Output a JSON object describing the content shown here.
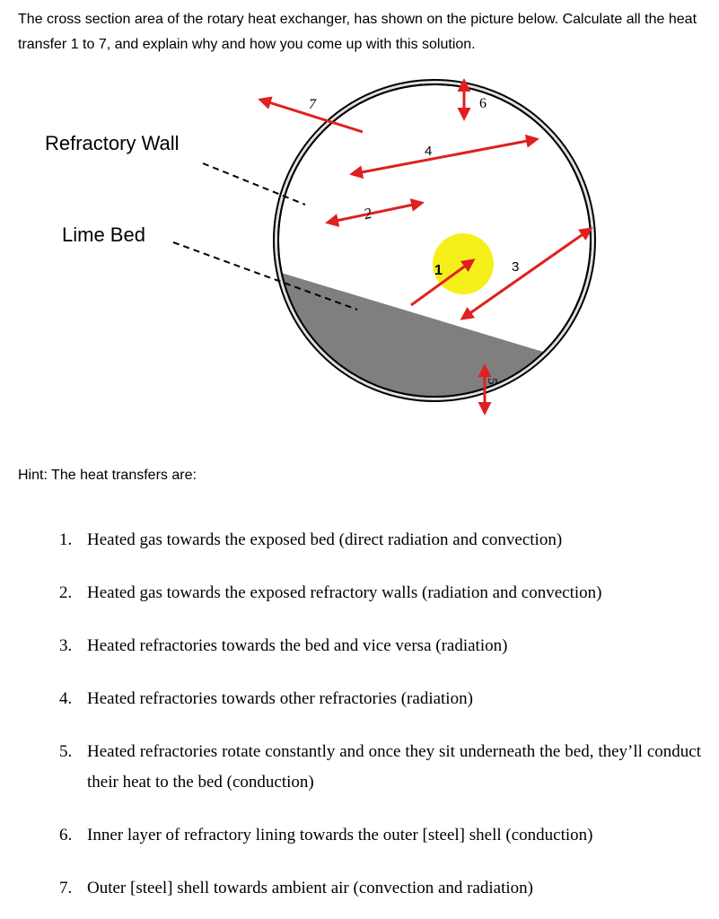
{
  "question": "The cross section area of the rotary heat exchanger, has shown on the picture below. Calculate all the heat transfer 1 to 7, and explain why and how you come up with this solution.",
  "diagram": {
    "labels": {
      "refractory_wall": "Refractory Wall",
      "lime_bed": "Lime Bed"
    },
    "arrow_numbers": [
      "1",
      "2",
      "3",
      "4",
      "5",
      "6",
      "7"
    ],
    "colors": {
      "refractory": "#e0e0e0",
      "bed": "#7f7f7f",
      "flame": "#f5f01a",
      "arrow": "#e02020"
    }
  },
  "hint": "Hint: The heat transfers are:",
  "items": [
    {
      "n": "1.",
      "text": "Heated gas towards the exposed bed (direct radiation and convection)"
    },
    {
      "n": "2.",
      "text": "Heated gas towards the exposed refractory walls (radiation and convection)"
    },
    {
      "n": "3.",
      "text": "Heated refractories towards the bed and vice versa (radiation)"
    },
    {
      "n": "4.",
      "text": "Heated refractories towards other refractories (radiation)"
    },
    {
      "n": "5.",
      "text": "Heated refractories rotate constantly and once they sit underneath the bed, they’ll conduct their heat to the bed (conduction)"
    },
    {
      "n": "6.",
      "text": "Inner layer of refractory lining towards the outer [steel] shell (conduction)"
    },
    {
      "n": "7.",
      "text": "Outer [steel] shell towards ambient air (convection and radiation)"
    }
  ]
}
